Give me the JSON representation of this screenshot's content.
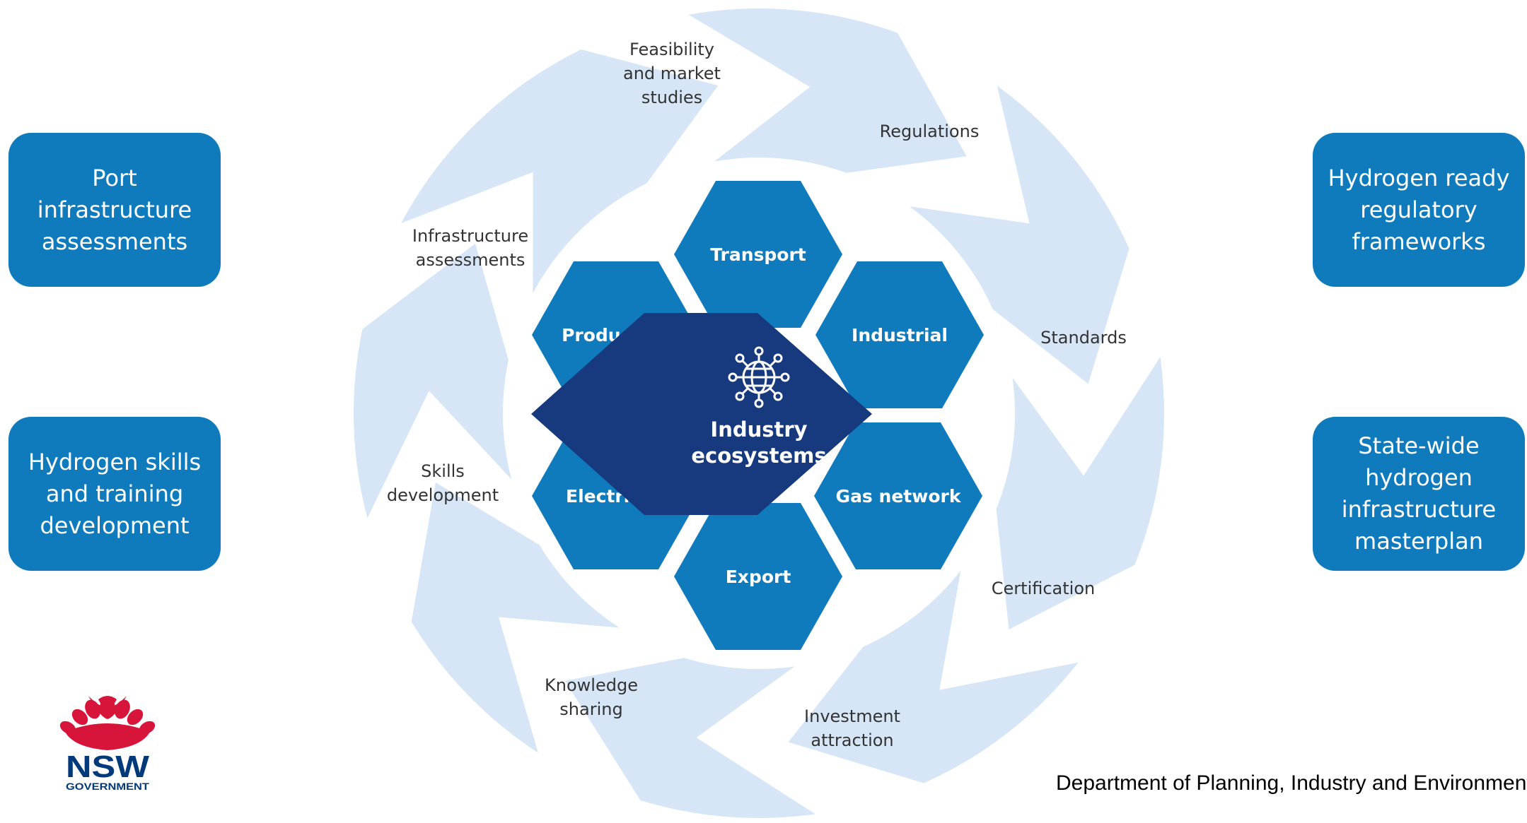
{
  "outer_ring": [
    {
      "lines": [
        "Feasibility",
        "and market",
        "studies"
      ]
    },
    {
      "lines": [
        "Regulations"
      ]
    },
    {
      "lines": [
        "Standards"
      ]
    },
    {
      "lines": [
        "Certification"
      ]
    },
    {
      "lines": [
        "Investment",
        "attraction"
      ]
    },
    {
      "lines": [
        "Knowledge",
        "sharing"
      ]
    },
    {
      "lines": [
        "Skills",
        "development"
      ]
    },
    {
      "lines": [
        "Infrastructure",
        "assessments"
      ]
    }
  ],
  "hexagons": [
    {
      "label": "Transport"
    },
    {
      "label": "Industrial"
    },
    {
      "label": "Gas network"
    },
    {
      "label": "Export"
    },
    {
      "label": "Electricity"
    },
    {
      "label": "Production"
    }
  ],
  "center": {
    "lines": [
      "Industry",
      "ecosystems"
    ],
    "icon": "globe-network-icon"
  },
  "side_boxes": {
    "left_top": "Port infrastructure assessments",
    "left_bottom": "Hydrogen skills and training development",
    "right_top": "Hydrogen ready regulatory frameworks",
    "right_bottom": "State-wide hydrogen infrastructure masterplan"
  },
  "logo": {
    "word": "NSW",
    "sub": "GOVERNMENT",
    "icon": "waratah-icon"
  },
  "footer": "Department of Planning, Industry and Environment",
  "colors": {
    "ring": "#d6e6f6",
    "hex": "#0f7bbc",
    "center_hex": "#173a7e",
    "side_box": "#0f7bbc",
    "logo_red": "#d7153a",
    "logo_navy": "#003a7a"
  }
}
